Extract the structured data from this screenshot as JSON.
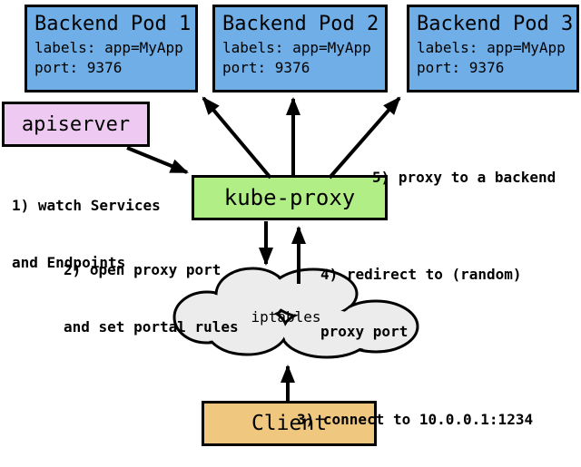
{
  "diagram": {
    "nodes": {
      "pods": [
        {
          "title": "Backend Pod 1",
          "labels_line": "labels: app=MyApp",
          "port_line": "port: 9376"
        },
        {
          "title": "Backend Pod 2",
          "labels_line": "labels: app=MyApp",
          "port_line": "port: 9376"
        },
        {
          "title": "Backend Pod 3",
          "labels_line": "labels: app=MyApp",
          "port_line": "port: 9376"
        }
      ],
      "apiserver": {
        "label": "apiserver"
      },
      "kube_proxy": {
        "label": "kube-proxy"
      },
      "iptables_cloud": {
        "label": "iptables"
      },
      "client": {
        "label": "Client"
      }
    },
    "steps": {
      "step1": {
        "line1": "1) watch Services",
        "line2": "and Endpoints"
      },
      "step2": {
        "line1": "2) open proxy port",
        "line2": "and set portal rules"
      },
      "step3": {
        "line1": "3) connect to 10.0.0.1:1234"
      },
      "step4": {
        "line1": "4) redirect to (random)",
        "line2": "proxy port"
      },
      "step5": {
        "line1": "5) proxy to a backend"
      }
    },
    "colors": {
      "pod_fill": "#6FAEE6",
      "apiserver_fill": "#EEC9F2",
      "kube_proxy_fill": "#B2EE86",
      "client_fill": "#EFC77F",
      "cloud_fill": "#ECECEC",
      "line_color": "#000000"
    }
  }
}
